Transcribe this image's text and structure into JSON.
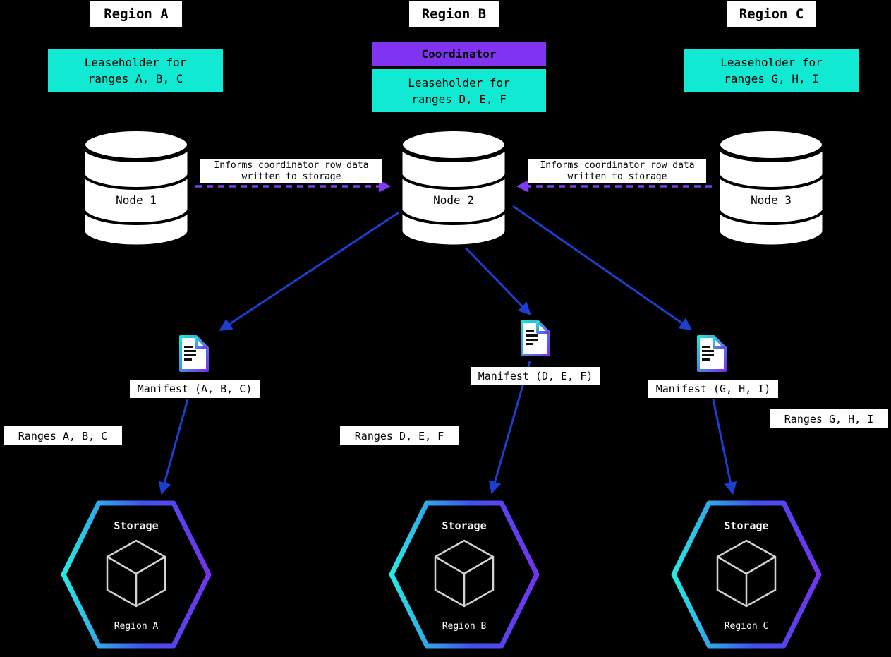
{
  "colors": {
    "background": "#000000",
    "chip_bg": "#ffffff",
    "chip_text": "#000000",
    "cyan": "#12e9d2",
    "purple": "#8133f2",
    "arrow_blue": "#1c3ed1",
    "arrow_purple": "#7c3cf0",
    "doc_grad_start": "#14e9d8",
    "doc_grad_end": "#7b30f2",
    "hex_grad_start": "#25ebe3",
    "hex_grad_mid": "#3d52f0",
    "hex_grad_end": "#7433f0",
    "cube_stroke": "#d4d4d4"
  },
  "coordinator": {
    "label": "Coordinator"
  },
  "informs_label": {
    "line1": "Informs coordinator row data",
    "line2": "written to storage"
  },
  "regions": [
    {
      "title": "Region A",
      "leaseholder_line1": "Leaseholder for",
      "leaseholder_line2": "ranges A, B, C",
      "node_label": "Node 1",
      "manifest_label": "Manifest (A, B, C)",
      "ranges_label": "Ranges A, B, C",
      "storage_title": "Storage",
      "storage_region": "Region A"
    },
    {
      "title": "Region B",
      "leaseholder_line1": "Leaseholder for",
      "leaseholder_line2": "ranges D, E, F",
      "node_label": "Node 2",
      "manifest_label": "Manifest (D, E, F)",
      "ranges_label": "Ranges D, E, F",
      "storage_title": "Storage",
      "storage_region": "Region B"
    },
    {
      "title": "Region C",
      "leaseholder_line1": "Leaseholder for",
      "leaseholder_line2": "ranges G, H, I",
      "node_label": "Node 3",
      "manifest_label": "Manifest (G, H, I)",
      "ranges_label": "Ranges G, H, I",
      "storage_title": "Storage",
      "storage_region": "Region C"
    }
  ]
}
